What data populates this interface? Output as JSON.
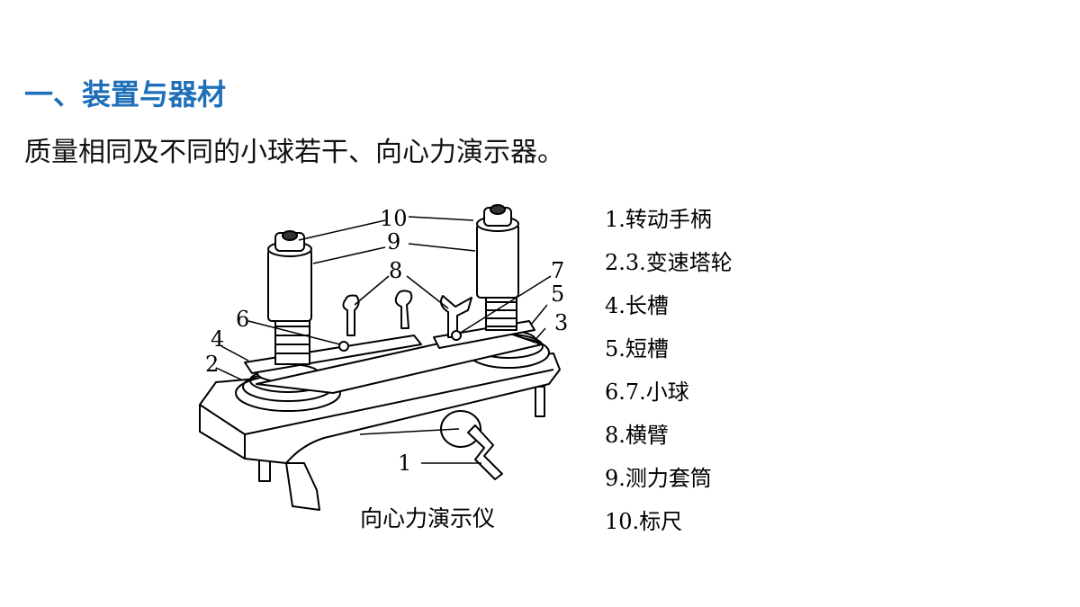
{
  "heading": "一、装置与器材",
  "body_text": "质量相同及不同的小球若干、向心力演示器。",
  "figure": {
    "caption": "向心力演示仪",
    "callouts": [
      "10",
      "9",
      "8",
      "7",
      "6",
      "5",
      "4",
      "3",
      "2",
      "1"
    ]
  },
  "legend": [
    "1.转动手柄",
    "2.3.变速塔轮",
    "4.长槽",
    "5.短槽",
    "6.7.小球",
    "8.横臂",
    "9.测力套筒",
    "10.标尺"
  ]
}
